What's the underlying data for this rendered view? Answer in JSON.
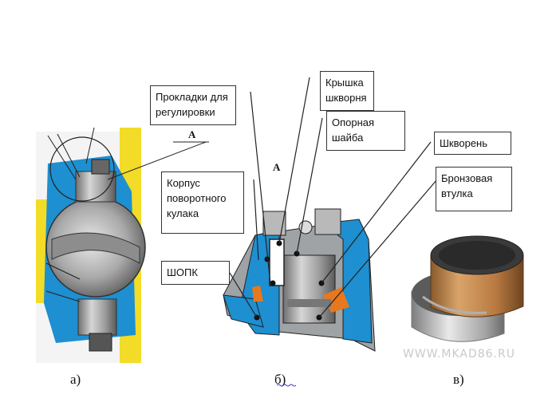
{
  "labels": {
    "shims": "Прокладки для\nрегулировки",
    "kingpin_cap": "Крышка\nшкворня",
    "support_washer": "Опорная\nшайба",
    "kingpin": "Шкворень",
    "bronze_bushing": "Бронзовая\nвтулка",
    "knuckle_body": "Корпус\nповоротного\nкулака",
    "shopk": "ШОПК"
  },
  "markers": {
    "a_left": "A",
    "a_center": "A"
  },
  "captions": {
    "a": "а)",
    "b": "б)",
    "c": "в)"
  },
  "watermark": "WWW.MKAD86.RU",
  "colors": {
    "blue": "#1e8fd0",
    "yellow": "#f2dc28",
    "orange": "#e8781e",
    "bronze": "#c7894f"
  }
}
